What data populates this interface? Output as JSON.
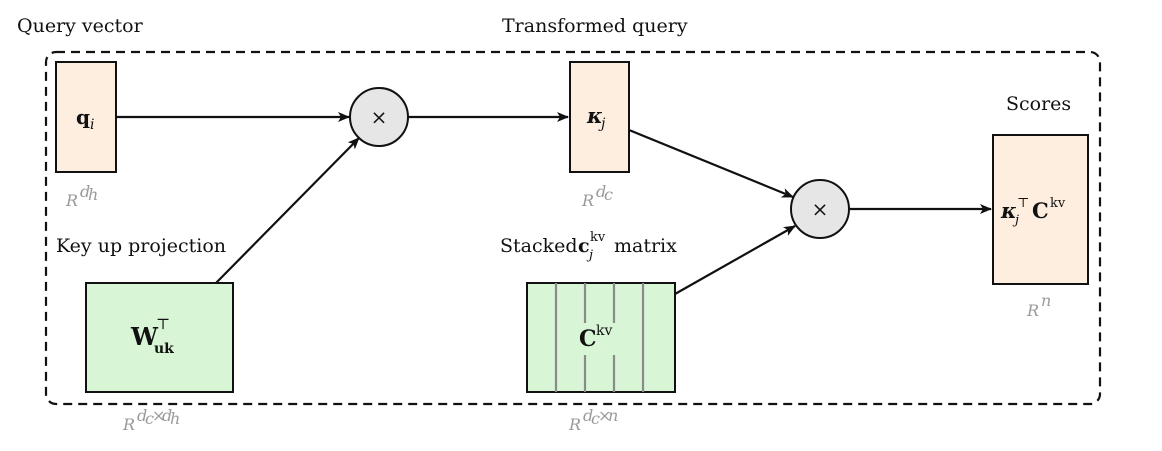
{
  "labels": {
    "query_vector": "Query vector",
    "transformed_query": "Transformed query",
    "scores": "Scores",
    "key_up_projection": "Key up projection",
    "stacked_prefix": "Stacked",
    "stacked_suffix": "matrix"
  },
  "symbols": {
    "q_base": "q",
    "q_sub": "i",
    "kappa_base": "κ",
    "kappa_sub": "j",
    "w_base": "W",
    "w_sup": "⊤",
    "w_sub": "uk",
    "c_base": "C",
    "c_sup": "kv",
    "stacked_c_base": "c",
    "stacked_c_sup": "kv",
    "stacked_c_sub": "j",
    "score_kappa": "κ",
    "score_sub": "j",
    "score_sup": "⊤",
    "score_c": "C",
    "score_c_sup": "kv",
    "times": "×"
  },
  "dimensions": {
    "q_base": "R",
    "q_sup": "d",
    "q_sup_sub": "h",
    "kappa_base": "R",
    "kappa_sup": "d",
    "kappa_sup_sub": "c",
    "w_base": "R",
    "w_sup_a": "d",
    "w_sup_a_sub": "c",
    "w_sup_mid": "×",
    "w_sup_b": "d",
    "w_sup_b_sub": "h",
    "c_base": "R",
    "c_sup_a": "d",
    "c_sup_a_sub": "c",
    "c_sup_mid": "×",
    "c_sup_b": "n",
    "scores_base": "R",
    "scores_sup": "n"
  },
  "colors": {
    "vector_fill": "#fdeee0",
    "matrix_fill": "#d8f5d6",
    "operator_fill": "#e6e6e6",
    "stroke": "#111111",
    "dim_text": "#9a9a9a",
    "column_divider": "#8a8a8a"
  }
}
